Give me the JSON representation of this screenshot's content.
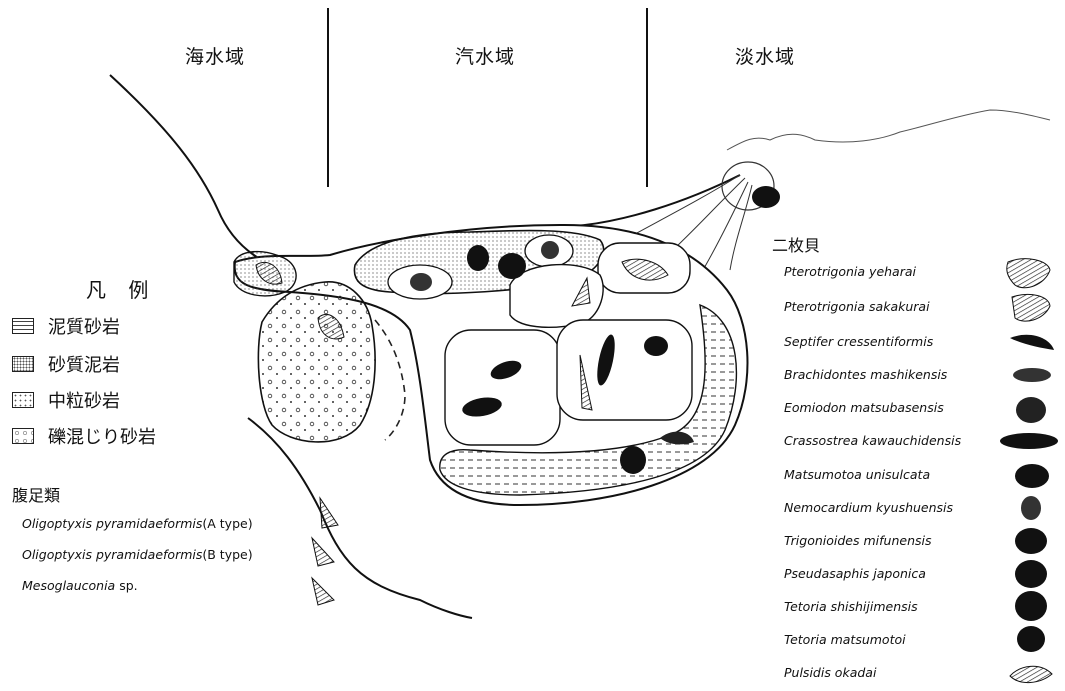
{
  "zones": {
    "marine": "海水域",
    "brackish": "汽水域",
    "freshwater": "淡水域"
  },
  "legend": {
    "title": "凡 例",
    "items": [
      "泥質砂岩",
      "砂質泥岩",
      "中粒砂岩",
      "礫混じり砂岩"
    ]
  },
  "gastropods": {
    "heading": "腹足類",
    "species": [
      {
        "name": "Oligoptyxis pyramidaeformis",
        "note": "(A type)"
      },
      {
        "name": "Oligoptyxis pyramidaeformis",
        "note": "(B type)"
      },
      {
        "name": "Mesoglauconia",
        "note": "sp."
      }
    ]
  },
  "bivalves": {
    "heading": "二枚貝",
    "species": [
      "Pterotrigonia yeharai",
      "Pterotrigonia sakakurai",
      "Septifer cressentiformis",
      "Brachidontes mashikensis",
      "Eomiodon matsubasensis",
      "Crassostrea kawauchidensis",
      "Matsumotoa unisulcata",
      "Nemocardium kyushuensis",
      "Trigonioides mifunensis",
      "Pseudasaphis japonica",
      "Tetoria shishijimensis",
      "Tetoria matsumotoi",
      "Pulsidis okadai"
    ]
  }
}
